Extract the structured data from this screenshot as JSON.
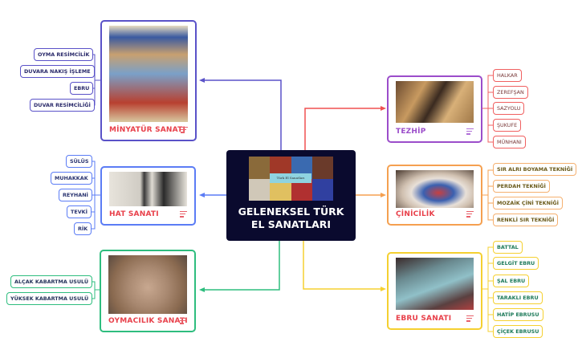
{
  "central": {
    "title_line1": "GELENEKSEL TÜRK",
    "title_line2": "EL SANATLARI",
    "image_caption": "Türk El Sanatları"
  },
  "branches": [
    {
      "id": "minyatur",
      "title": "MİNYATÜR SANATI",
      "color": "#5a52c8",
      "leaves": [
        "OYMA RESİMCİLİK",
        "DUVARA NAKIŞ İŞLEME",
        "EBRU",
        "DUVAR RESİMCİLİĞİ"
      ],
      "leaf_text_color": "#2a2a6a"
    },
    {
      "id": "hat",
      "title": "HAT SANATI",
      "color": "#5b7cf5",
      "leaves": [
        "SÜLÜS",
        "MUHAKKAK",
        "REYHANİ",
        "TEVKİ",
        "RİK"
      ],
      "leaf_text_color": "#2a3470"
    },
    {
      "id": "oymacilik",
      "title": "OYMACILIK SANATI",
      "color": "#2ebd7e",
      "leaves": [
        "ALÇAK KABARTMA USULÜ",
        "YÜKSEK KABARTMA USULÜ"
      ],
      "leaf_text_color": "#24325a"
    },
    {
      "id": "tezhip",
      "title": "TEZHİP",
      "color": "#9b4dca",
      "title_color": "#9b4dca",
      "leaves": [
        "HALKAR",
        "ZEREFŞAN",
        "SAZYOLU",
        "ŞUKUFE",
        "MÜNHANI"
      ],
      "leaf_border": "#f06060",
      "leaf_text_color": "#7a3a3a"
    },
    {
      "id": "cinicilik",
      "title": "ÇİNİCİLİK",
      "color": "#f5a050",
      "leaves": [
        "SIR ALRI BOYAMA TEKNİĞİ",
        "PERDAH TEKNİĞİ",
        "MOZAİK ÇİNİ TEKNİĞİ",
        "RENKLİ SIR TEKNİĞİ"
      ],
      "leaf_border": "#f5b070",
      "leaf_text_color": "#6a5a1a"
    },
    {
      "id": "ebru",
      "title": "EBRU SANATI",
      "color": "#f5d030",
      "leaves": [
        "BATTAL",
        "GELGİT EBRU",
        "ŞAL EBRU",
        "TARAKLI EBRU",
        "HATİP EBRUSU",
        "ÇİÇEK EBRUSU"
      ],
      "leaf_border": "#f5d030",
      "leaf_text_color": "#1d7a5a"
    }
  ]
}
